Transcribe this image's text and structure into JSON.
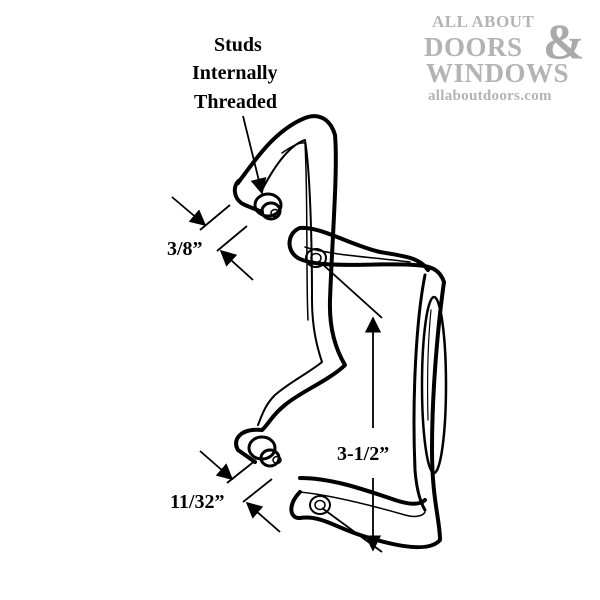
{
  "watermark": {
    "line1": "ALL ABOUT",
    "line2": "DOORS",
    "ampersand": "&",
    "line3": "WINDOWS",
    "url": "allaboutdoors.com",
    "color": "#b3b3b3"
  },
  "callouts": {
    "studs_line1": "Studs",
    "studs_line2": "Internally",
    "studs_line3": "Threaded"
  },
  "dimensions": {
    "stud_diameter_top": "3/8”",
    "stud_diameter_bottom": "11/32”",
    "hole_spacing": "3-1/2”"
  },
  "diagram": {
    "subject": "sliding door handle set (pull handle with studs and mortise handle)",
    "line_color": "#000000",
    "background": "#ffffff"
  }
}
